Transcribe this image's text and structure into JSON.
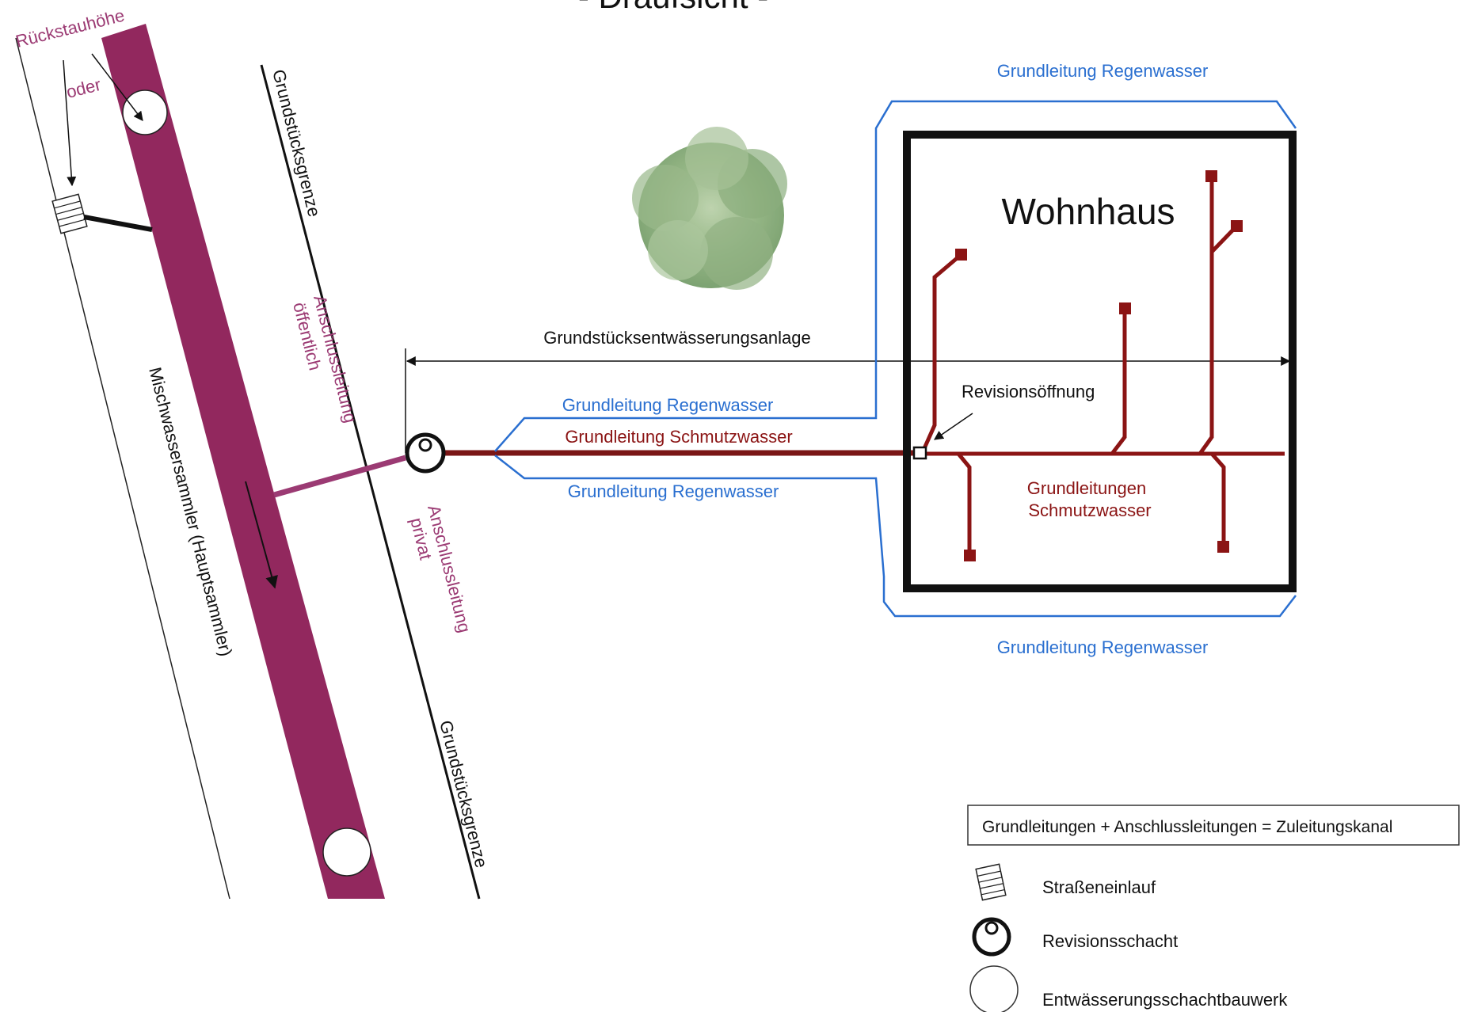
{
  "title": "- Draufsicht -",
  "labels": {
    "rueckstauhoehe": "Rückstauhöhe",
    "oder": "oder",
    "grundstuecksgrenze_top": "Grundstücksgrenze",
    "grundstuecksgrenze_bottom": "Grundstücksgrenze",
    "anschluss_oeffentlich_line1": "Anschlussleitung",
    "anschluss_oeffentlich_line2": "öffentlich",
    "anschluss_privat_line1": "Anschlussleitung",
    "anschluss_privat_line2": "privat",
    "mischwassersammler": "Mischwassersammler (Hauptsammler)",
    "grundstuecksentwaesserungsanlage": "Grundstücksentwässerungsanlage",
    "regen_top": "Grundleitung Regenwasser",
    "regen_mid_upper": "Grundleitung Regenwasser",
    "schmutz_mid": "Grundleitung Schmutzwasser",
    "regen_mid_lower": "Grundleitung Regenwasser",
    "regen_bottom": "Grundleitung Regenwasser",
    "wohnhaus": "Wohnhaus",
    "revisionsoeffnung": "Revisionsöffnung",
    "grundleitungen_schmutz_line1": "Grundleitungen",
    "grundleitungen_schmutz_line2": "Schmutzwasser"
  },
  "legend": {
    "formula": "Grundleitungen + Anschlussleitungen = Zuleitungskanal",
    "items": [
      {
        "icon": "street-inlet-icon",
        "label": "Straßeneinlauf"
      },
      {
        "icon": "inspection-shaft-icon",
        "label": "Revisionsschacht"
      },
      {
        "icon": "drainage-shaft-icon",
        "label": "Entwässerungsschachtbauwerk"
      }
    ]
  },
  "colors": {
    "rainwater": "#2a6fd0",
    "sewage": "#8b1414",
    "public_pipe": "#9b3a73",
    "main_sewer": "#92285e",
    "outline": "#111111"
  }
}
